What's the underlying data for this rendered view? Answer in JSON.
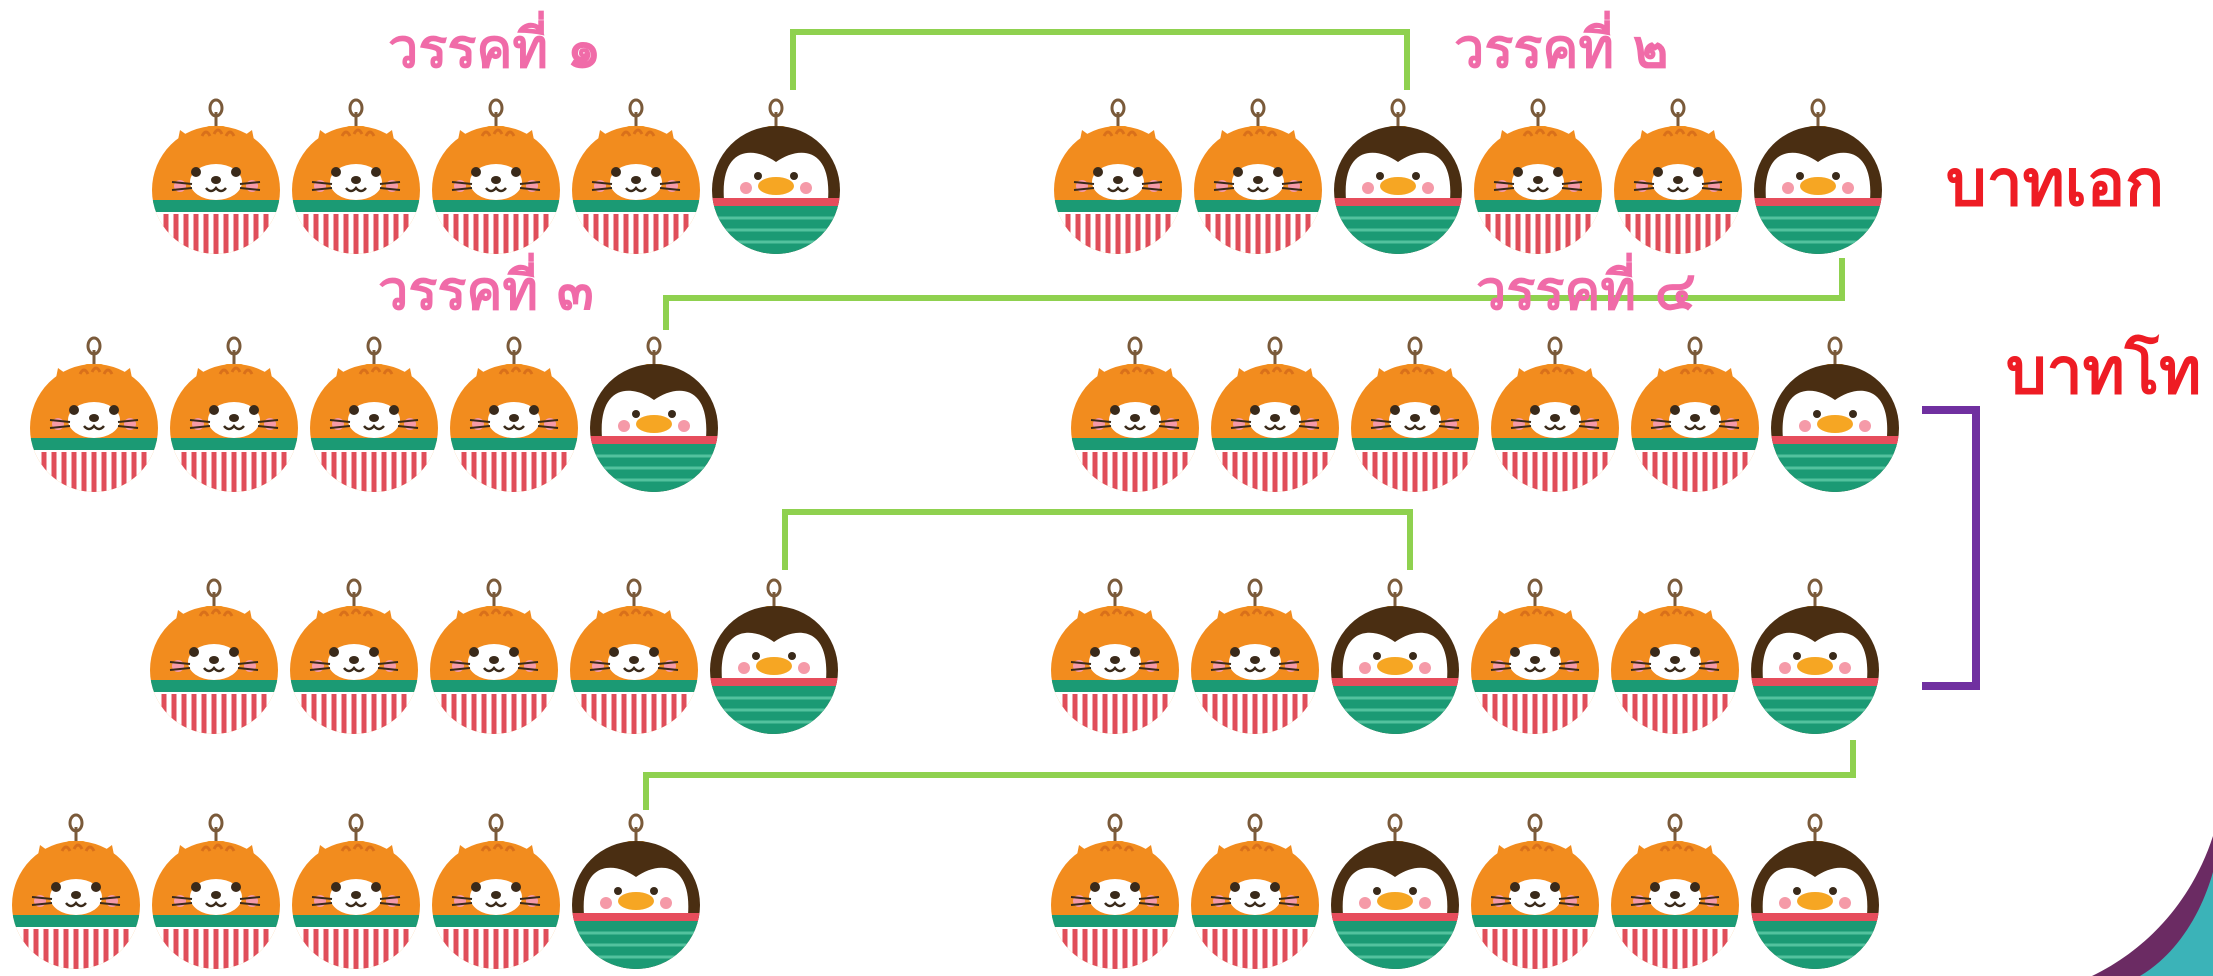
{
  "stanza_labels": [
    "วรรคที่ ๑",
    "วรรคที่ ๒",
    "วรรคที่ ๓",
    "วรรคที่ ๔"
  ],
  "annotations": {
    "bot_ek": "บาทเอก",
    "bot_tho": "บาทโท"
  },
  "colors": {
    "connector": "#8fd14f",
    "bracket": "#7030a0",
    "stanza_label": "#f06ba8",
    "annotation": "#ee1c24",
    "corner": "#6b2b63"
  },
  "ornament_rows": [
    [
      "cat",
      "cat",
      "cat",
      "cat",
      "penguin"
    ],
    [
      "cat",
      "cat",
      "penguin",
      "cat",
      "cat",
      "penguin"
    ],
    [
      "cat",
      "cat",
      "cat",
      "cat",
      "penguin"
    ],
    [
      "cat",
      "cat",
      "cat",
      "cat",
      "cat",
      "penguin"
    ],
    [
      "cat",
      "cat",
      "cat",
      "cat",
      "penguin"
    ],
    [
      "cat",
      "cat",
      "penguin",
      "cat",
      "cat",
      "penguin"
    ],
    [
      "cat",
      "cat",
      "cat",
      "cat",
      "penguin"
    ],
    [
      "cat",
      "cat",
      "penguin",
      "cat",
      "cat",
      "penguin"
    ]
  ]
}
